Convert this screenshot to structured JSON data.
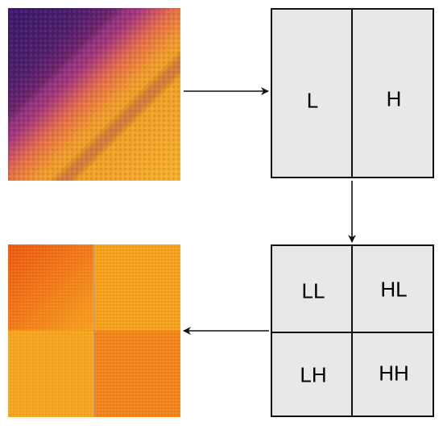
{
  "level1": {
    "labels": [
      "L",
      "H"
    ]
  },
  "level2": {
    "labels": [
      "LL",
      "HL",
      "LH",
      "HH"
    ]
  },
  "colors": {
    "input_dark": "#3a1a6e",
    "input_mid": "#b23a7a",
    "input_bright": "#f6a21a",
    "output_quadrant_ll": "#f06a14",
    "output_quadrant_hl": "#f7a21c",
    "output_quadrant_lh": "#f8a51e",
    "output_quadrant_hh": "#f2851a",
    "box_fill": "#e8e8e8",
    "line": "#111111"
  }
}
